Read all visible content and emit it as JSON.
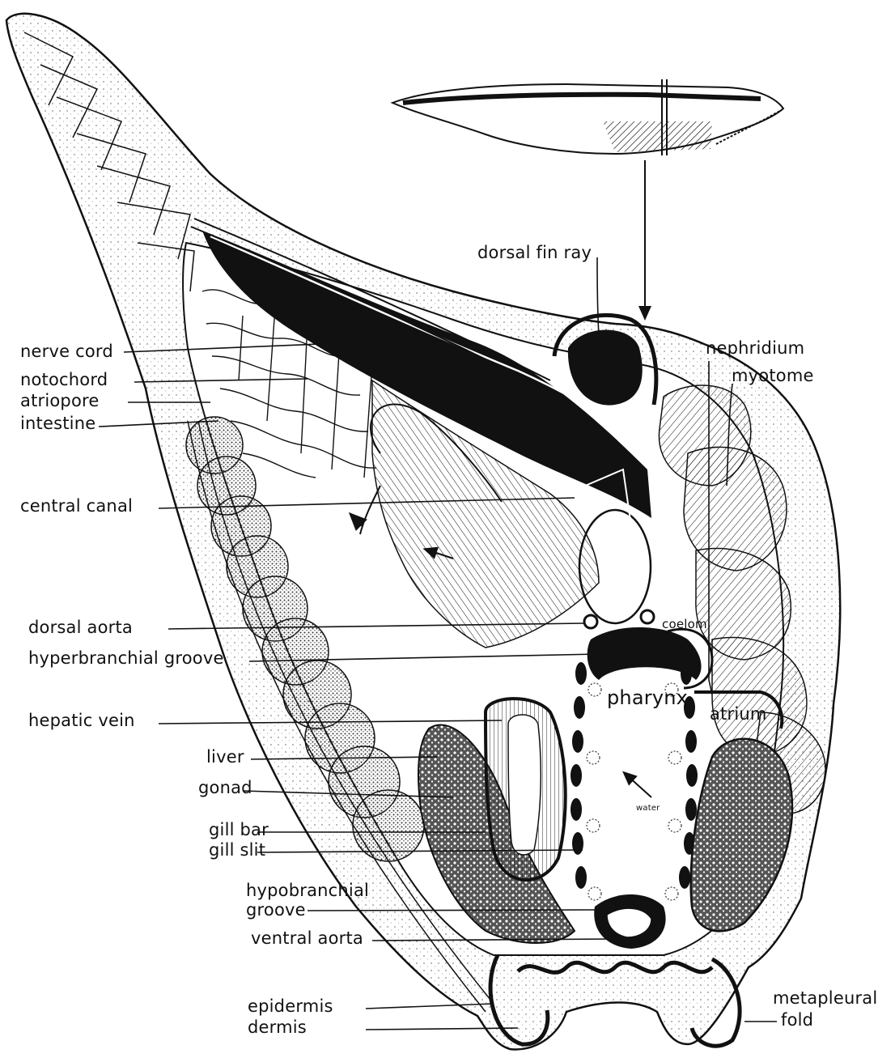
{
  "labels": {
    "dorsal_fin_ray": "dorsal fin ray",
    "nephridium": "nephridium",
    "myotome": "myotome",
    "nerve_cord": "nerve cord",
    "notochord": "notochord",
    "atriopore": "atriopore",
    "intestine": "intestine",
    "central_canal": "central canal",
    "dorsal_aorta": "dorsal aorta",
    "coelom": "coelom",
    "hyperbranchial_groove": "hyperbranchial groove",
    "pharynx": "pharynx",
    "hepatic_vein": "hepatic vein",
    "atrium": "atrium",
    "liver": "liver",
    "gonad": "gonad",
    "water": "water",
    "gill_bar": "gill bar",
    "gill_slit": "gill slit",
    "hypobranchial": "hypobranchial",
    "groove": "groove",
    "ventral_aorta": "ventral aorta",
    "epidermis": "epidermis",
    "dermis": "dermis",
    "metapleural": "metapleural",
    "fold": "fold"
  },
  "colors": {
    "ink": "#111111",
    "paper": "#ffffff",
    "stipple": "#9a9a9a"
  }
}
